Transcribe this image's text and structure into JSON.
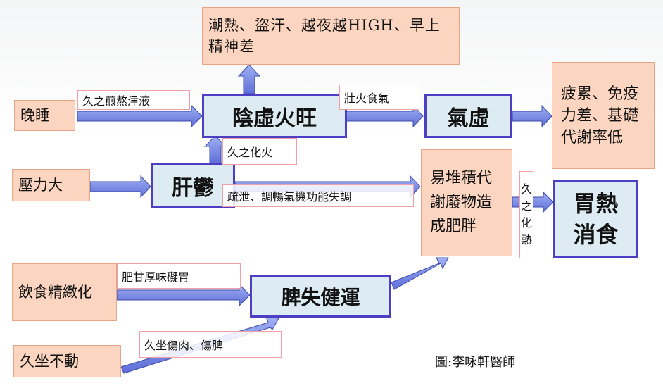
{
  "nodes": {
    "symptoms_top": "潮熱、盜汗、越夜越HIGH、早上精神差",
    "late_sleep": "晚睡",
    "yin_deficiency": "陰虛火旺",
    "qi_deficiency": "氣虛",
    "fatigue": "疲累、免疫力差、基礎代謝率低",
    "stress": "壓力大",
    "liver_stagnation": "肝鬱",
    "accumulation": "易堆積代謝廢物造成肥胖",
    "stomach_heat": "胃熱消食",
    "refined_diet": "飲食精緻化",
    "spleen_dysfunction": "脾失健運",
    "sedentary": "久坐不動"
  },
  "edge_labels": {
    "consume_fluids": "久之煎熬津液",
    "strong_fire": "壯火食氣",
    "transform_fire": "久之化火",
    "dispersal_failure": "疏泄、調暢氣機功能失調",
    "transform_heat": "久之化熱",
    "rich_food": "肥甘厚味礙胃",
    "sitting_harm": "久坐傷肉、傷脾"
  },
  "credit": "圖:李咏軒醫師",
  "colors": {
    "peach_fill": "#fbd5bf",
    "blue_fill": "#dcecf2",
    "blue_border": "#4d3fc4",
    "arrow": "#7b8be6"
  }
}
